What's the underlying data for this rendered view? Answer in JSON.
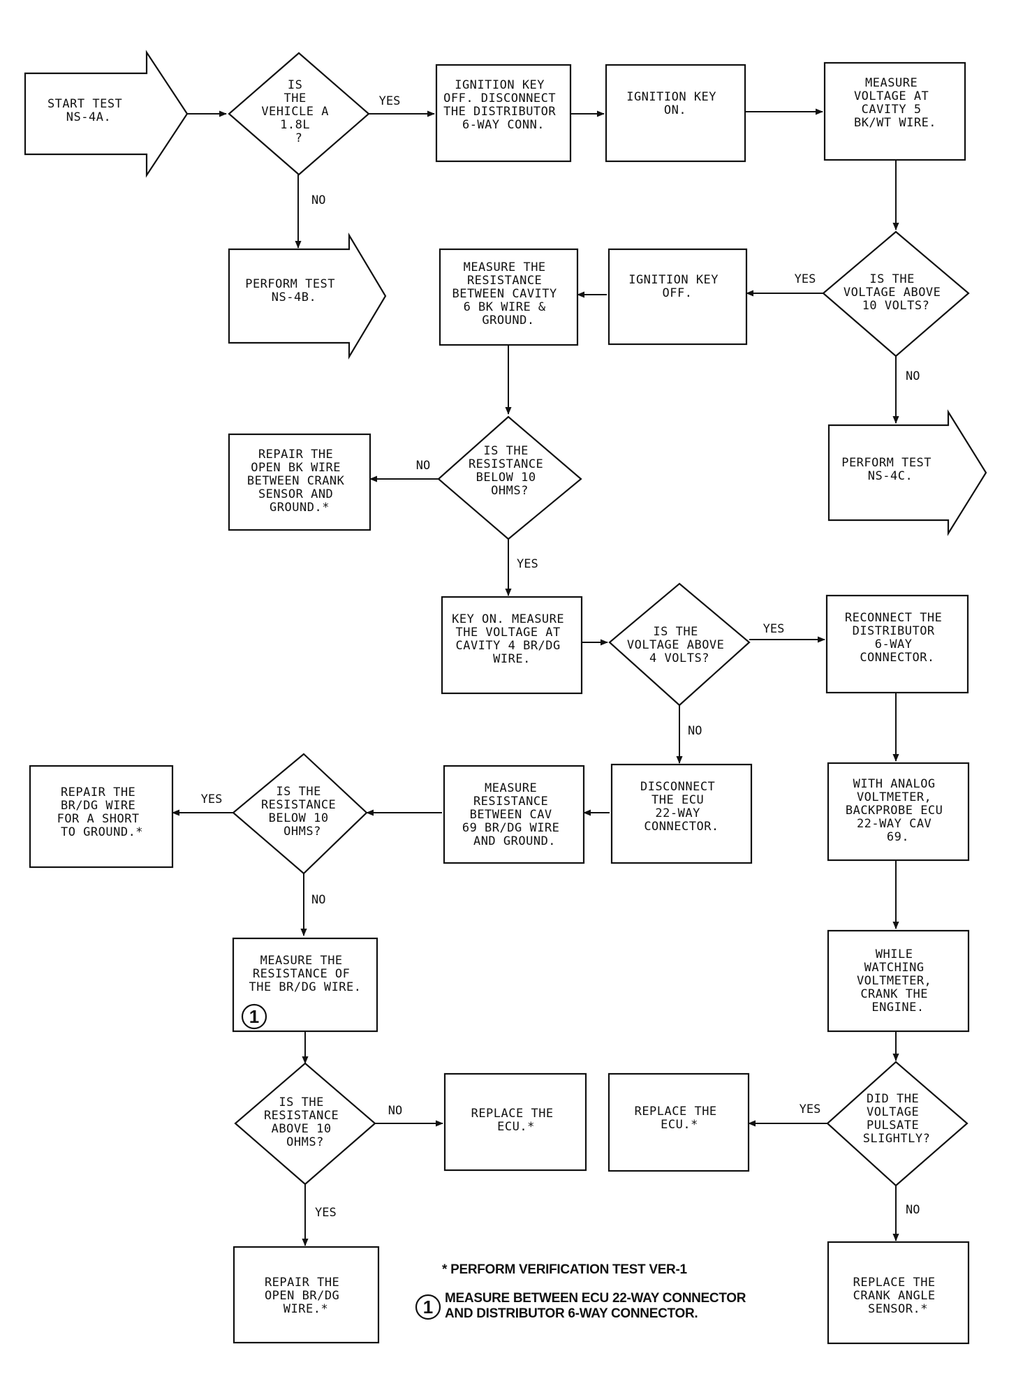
{
  "nodes": {
    "start": [
      "START TEST",
      "NS-4A."
    ],
    "q_vehicle": [
      "IS",
      "THE",
      "VEHICLE A",
      "1.8L",
      "?"
    ],
    "ign_off_disconnect": [
      "IGNITION KEY",
      "OFF. DISCONNECT",
      "THE DISTRIBUTOR",
      "6-WAY CONN."
    ],
    "ign_on": [
      "IGNITION KEY",
      "ON."
    ],
    "measure_cav5": [
      "MEASURE",
      "VOLTAGE AT",
      "CAVITY 5",
      "BK/WT WIRE."
    ],
    "perform_4b": [
      "PERFORM TEST",
      "NS-4B."
    ],
    "measure_res_cav6": [
      "MEASURE THE",
      "RESISTANCE",
      "BETWEEN CAVITY",
      "6 BK WIRE &",
      "GROUND."
    ],
    "ign_off": [
      "IGNITION KEY",
      "OFF."
    ],
    "q_volt10": [
      "IS THE",
      "VOLTAGE ABOVE",
      "10 VOLTS?"
    ],
    "repair_bk": [
      "REPAIR THE",
      "OPEN BK WIRE",
      "BETWEEN CRANK",
      "SENSOR AND",
      "GROUND.*"
    ],
    "q_res_below10_a": [
      "IS THE",
      "RESISTANCE",
      "BELOW 10",
      "OHMS?"
    ],
    "perform_4c": [
      "PERFORM TEST",
      "NS-4C."
    ],
    "key_on_measure": [
      "KEY ON. MEASURE",
      "THE VOLTAGE AT",
      "CAVITY 4 BR/DG",
      "WIRE."
    ],
    "q_volt4": [
      "IS THE",
      "VOLTAGE ABOVE",
      "4 VOLTS?"
    ],
    "reconnect": [
      "RECONNECT THE",
      "DISTRIBUTOR",
      "6-WAY",
      "CONNECTOR."
    ],
    "repair_short": [
      "REPAIR THE",
      "BR/DG WIRE",
      "FOR A SHORT",
      "TO GROUND.*"
    ],
    "q_res_below10_b": [
      "IS THE",
      "RESISTANCE",
      "BELOW 10",
      "OHMS?"
    ],
    "measure_cav69": [
      "MEASURE",
      "RESISTANCE",
      "BETWEEN CAV",
      "69 BR/DG WIRE",
      "AND GROUND."
    ],
    "disconnect_ecu": [
      "DISCONNECT",
      "THE ECU",
      "22-WAY",
      "CONNECTOR."
    ],
    "backprobe": [
      "WITH ANALOG",
      "VOLTMETER,",
      "BACKPROBE ECU",
      "22-WAY CAV",
      "69."
    ],
    "measure_brdg": [
      "MEASURE THE",
      "RESISTANCE OF",
      "THE BR/DG WIRE."
    ],
    "crank": [
      "WHILE",
      "WATCHING",
      "VOLTMETER,",
      "CRANK THE",
      "ENGINE."
    ],
    "q_res_above10": [
      "IS THE",
      "RESISTANCE",
      "ABOVE 10",
      "OHMS?"
    ],
    "replace_ecu_a": [
      "REPLACE THE",
      "ECU.*"
    ],
    "replace_ecu_b": [
      "REPLACE THE",
      "ECU.*"
    ],
    "q_pulsate": [
      "DID THE",
      "VOLTAGE",
      "PULSATE",
      "SLIGHTLY?"
    ],
    "repair_open_brdg": [
      "REPAIR THE",
      "OPEN BR/DG",
      "WIRE.*"
    ],
    "replace_sensor": [
      "REPLACE THE",
      "CRANK ANGLE",
      "SENSOR.*"
    ]
  },
  "labels": {
    "yes": "YES",
    "no": "NO"
  },
  "footnotes": {
    "verification": "* PERFORM VERIFICATION TEST VER-1",
    "marker": "1",
    "measure_note": [
      "MEASURE BETWEEN ECU 22-WAY CONNECTOR",
      "AND DISTRIBUTOR 6-WAY CONNECTOR."
    ]
  }
}
